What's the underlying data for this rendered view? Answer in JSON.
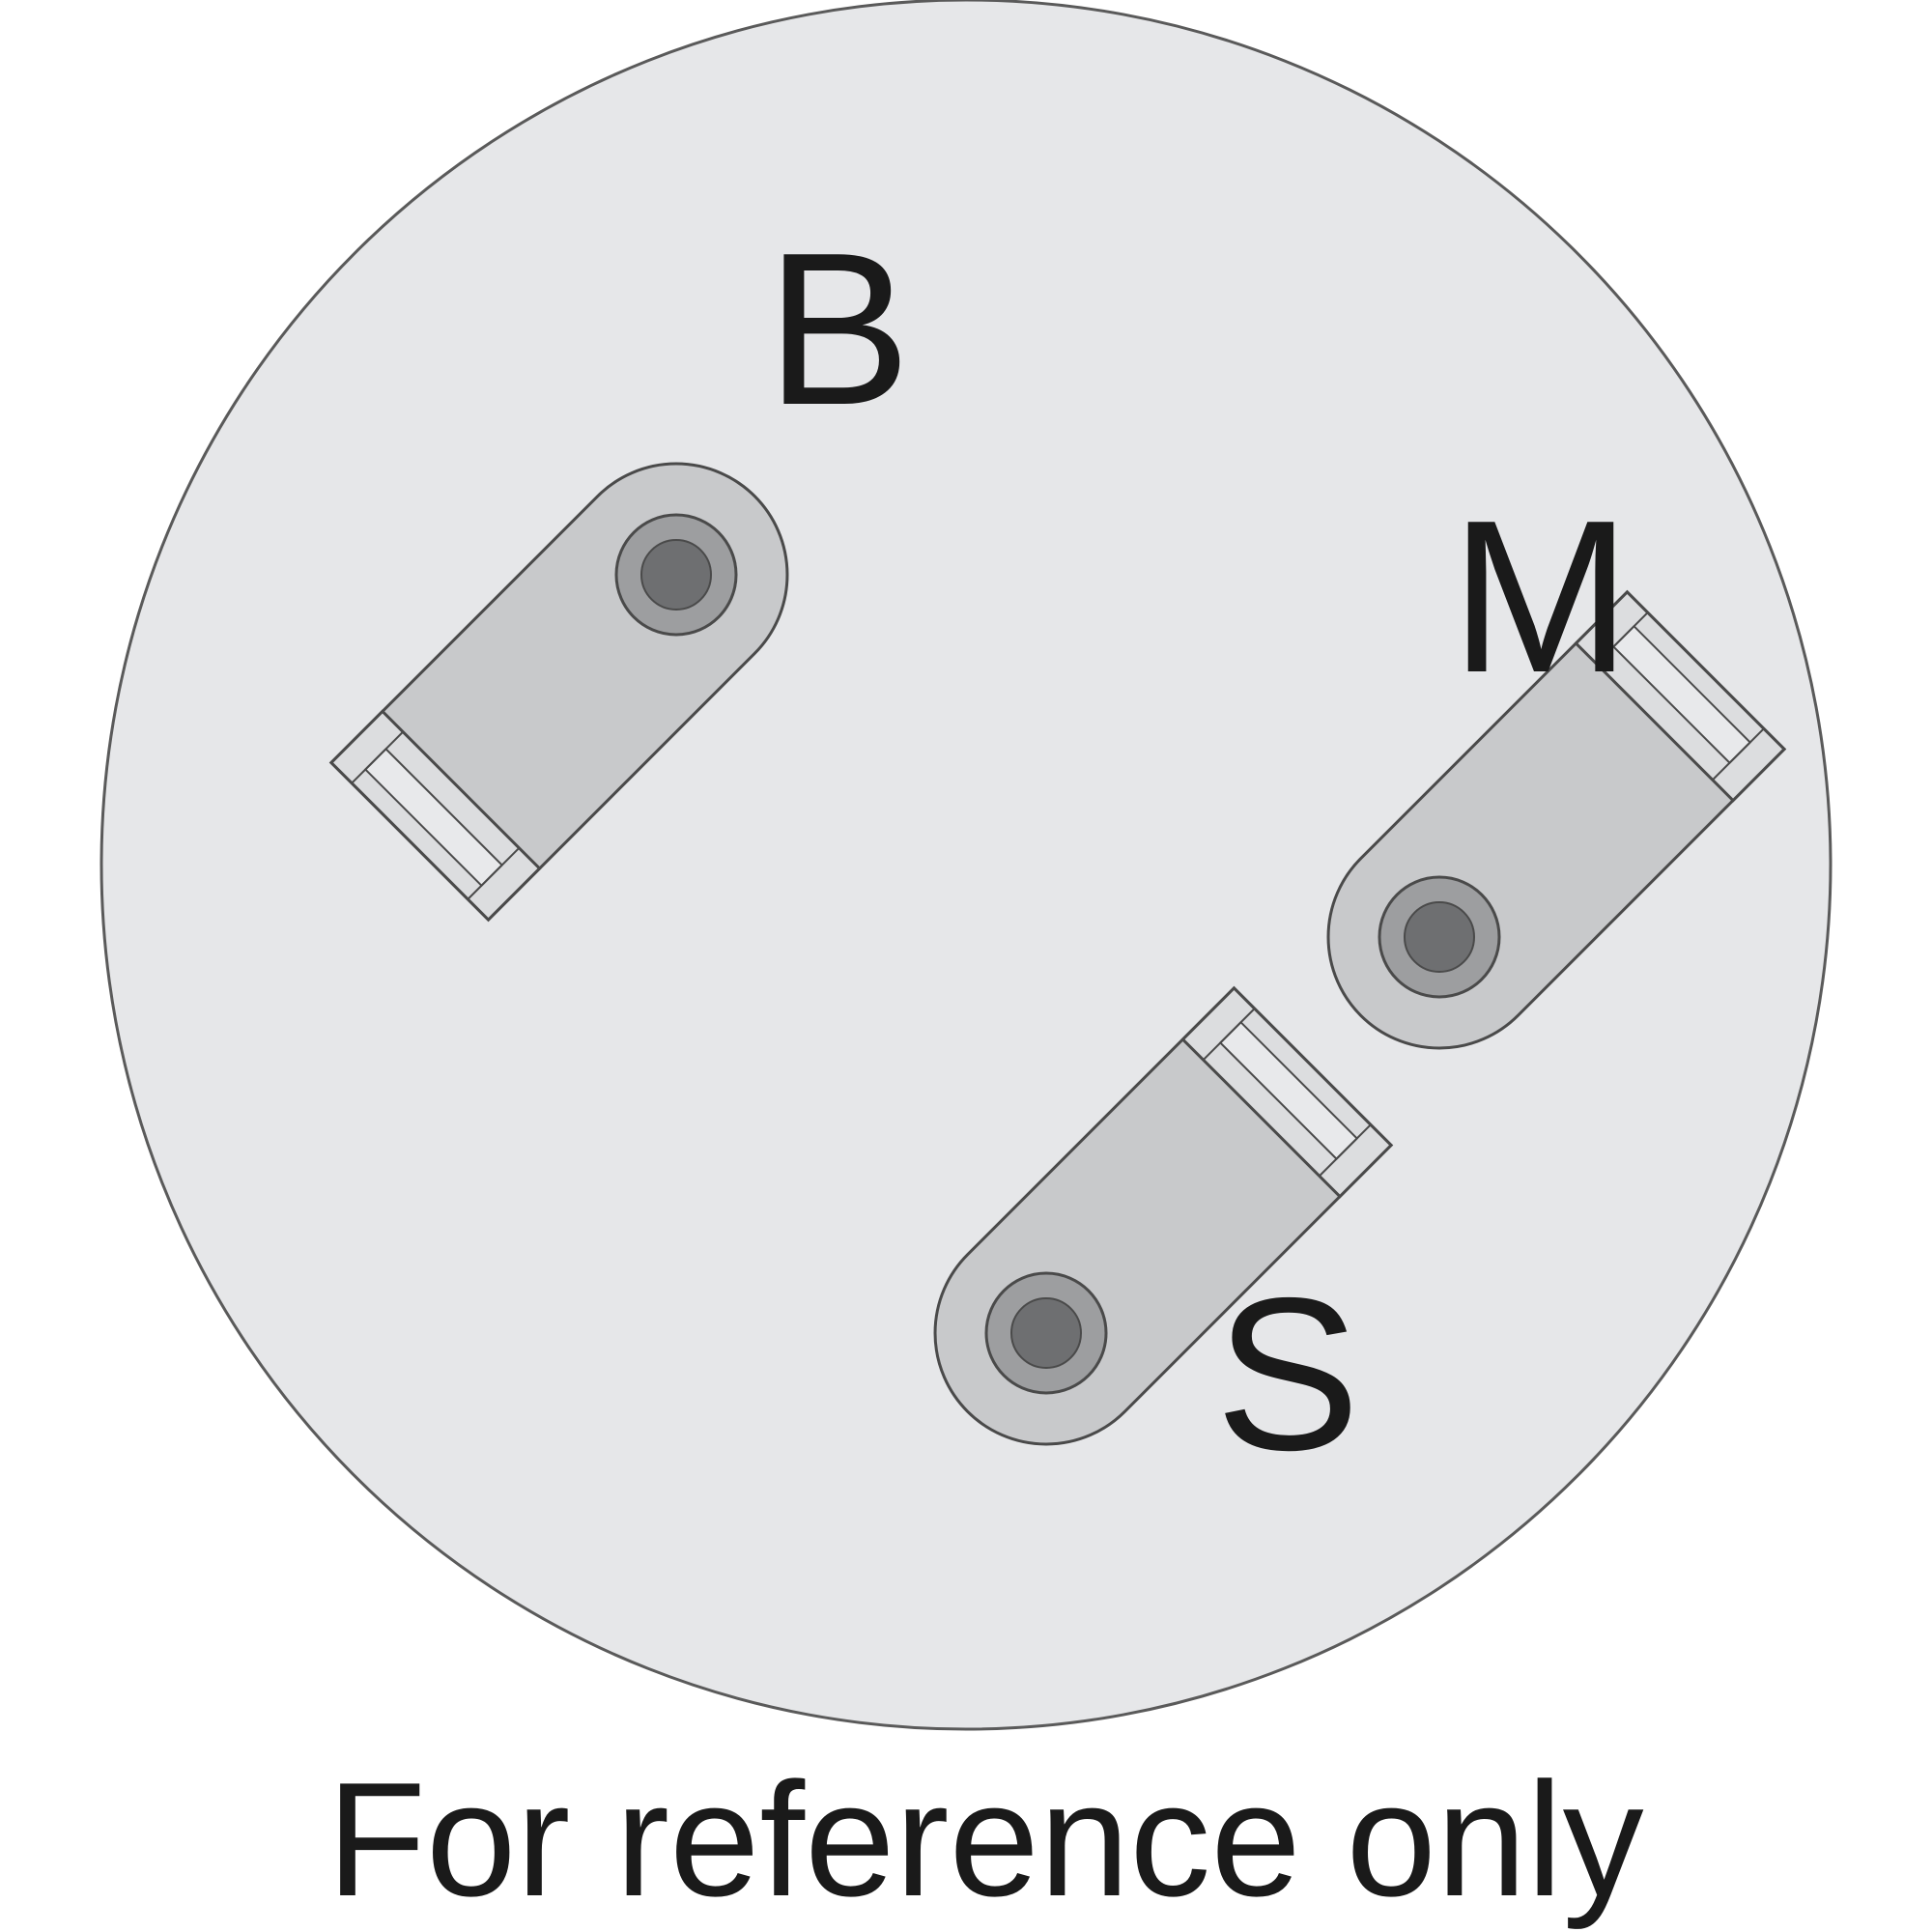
{
  "diagram": {
    "terminals": [
      {
        "id": "b",
        "label": "B"
      },
      {
        "id": "m",
        "label": "M"
      },
      {
        "id": "s",
        "label": "S"
      }
    ],
    "caption": "For reference only"
  },
  "colors": {
    "face": "#e6e7e9",
    "outline": "#5a5a5a",
    "tab": "#c8c9cb",
    "tab_outline": "#4a4a4a",
    "stud_ring": "#9d9ea0",
    "stud_center": "#6e6f71",
    "text": "#1a1a1a"
  }
}
